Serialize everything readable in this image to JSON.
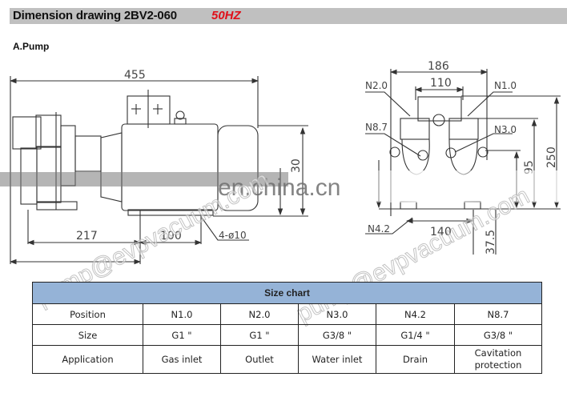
{
  "header": {
    "title": "Dimension drawing 2BV2-060",
    "frequency": "50HZ",
    "frequency_color": "#e0101a",
    "bar_color": "#c0c0c0"
  },
  "section": {
    "title": "A.Pump"
  },
  "side_view": {
    "dimensions": {
      "overall_length": "455",
      "base_offset": "217",
      "bolt_spacing": "100",
      "mounting_holes": "4-ø10",
      "height_partial": "30"
    }
  },
  "front_view": {
    "dimensions": {
      "width": "186",
      "flange_spacing": "110",
      "base_width": "140",
      "height_total": "250",
      "center_height": "95",
      "base_offset": "37.5"
    },
    "labels": [
      "N2.0",
      "N1.0",
      "N8.7",
      "N3.0",
      "N4.2"
    ]
  },
  "watermark": {
    "site_text": "en.china.cn",
    "email_text": "pump@evpvacuum.com"
  },
  "size_chart": {
    "title": "Size chart",
    "header_color": "#95b3d7",
    "rows": [
      {
        "label": "Position",
        "values": [
          "N1.0",
          "N2.0",
          "N3.0",
          "N4.2",
          "N8.7"
        ]
      },
      {
        "label": "Size",
        "values": [
          "G1 \"",
          "G1 \"",
          "G3/8 \"",
          "G1/4 \"",
          "G3/8 \""
        ]
      },
      {
        "label": "Application",
        "values": [
          "Gas inlet",
          "Outlet",
          "Water inlet",
          "Drain",
          "Cavitation protection"
        ]
      }
    ]
  }
}
